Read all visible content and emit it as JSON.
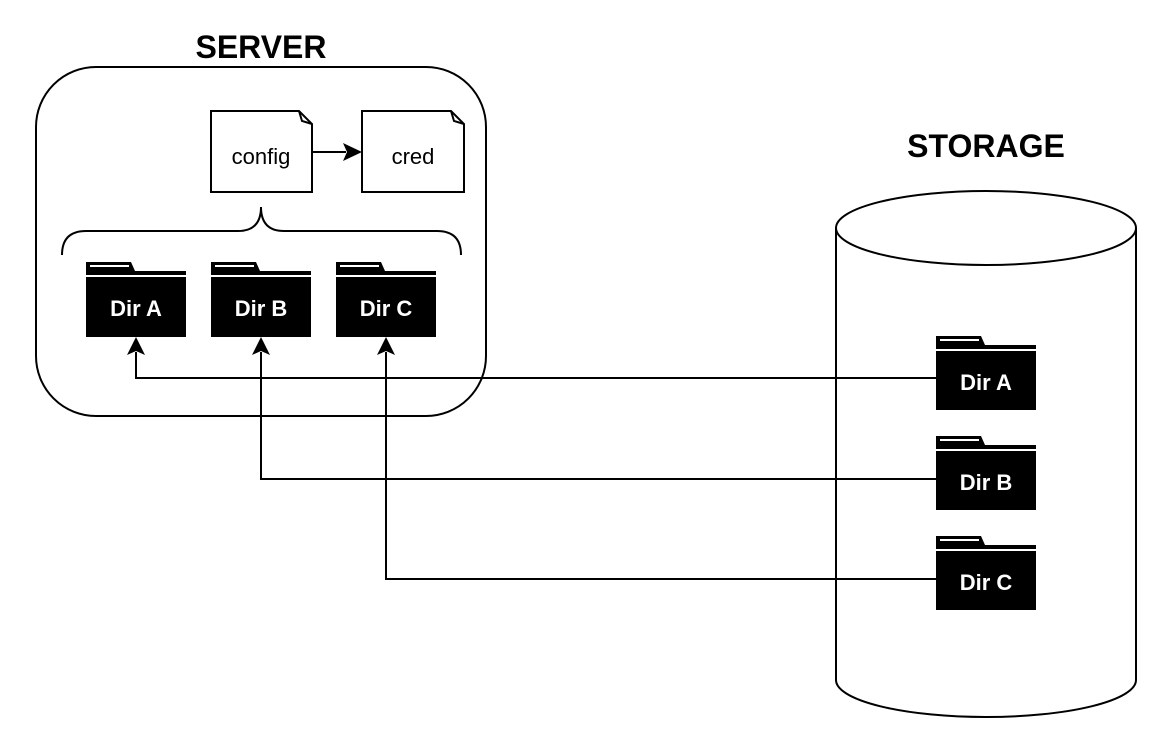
{
  "server": {
    "title": "SERVER",
    "documents": [
      {
        "label": "config"
      },
      {
        "label": "cred"
      }
    ],
    "folders": [
      {
        "label": "Dir A"
      },
      {
        "label": "Dir B"
      },
      {
        "label": "Dir C"
      }
    ]
  },
  "storage": {
    "title": "STORAGE",
    "folders": [
      {
        "label": "Dir A"
      },
      {
        "label": "Dir B"
      },
      {
        "label": "Dir C"
      }
    ]
  }
}
